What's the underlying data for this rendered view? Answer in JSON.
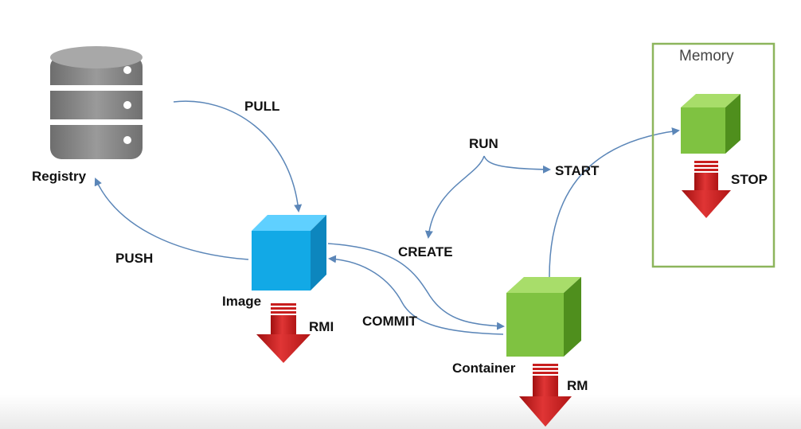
{
  "labels": {
    "registry": "Registry",
    "image": "Image",
    "container": "Container",
    "memory": "Memory",
    "pull": "PULL",
    "push": "PUSH",
    "run": "RUN",
    "start": "START",
    "create": "CREATE",
    "commit": "COMMIT",
    "stop": "STOP",
    "rmi": "RMI",
    "rm": "RM"
  },
  "icons": {
    "registry": "database-icon",
    "image": "blue-cube-icon",
    "container": "green-cube-icon",
    "memory_container": "green-cube-icon",
    "remove": "red-down-arrow-icon"
  },
  "colors": {
    "connector": "#5b86b8",
    "image_cube": "#12a9e6",
    "container_cube": "#7fc241",
    "delete_arrow": "#d42020",
    "memory_border": "#8db55c",
    "registry_gray": "#8a8a8a"
  }
}
